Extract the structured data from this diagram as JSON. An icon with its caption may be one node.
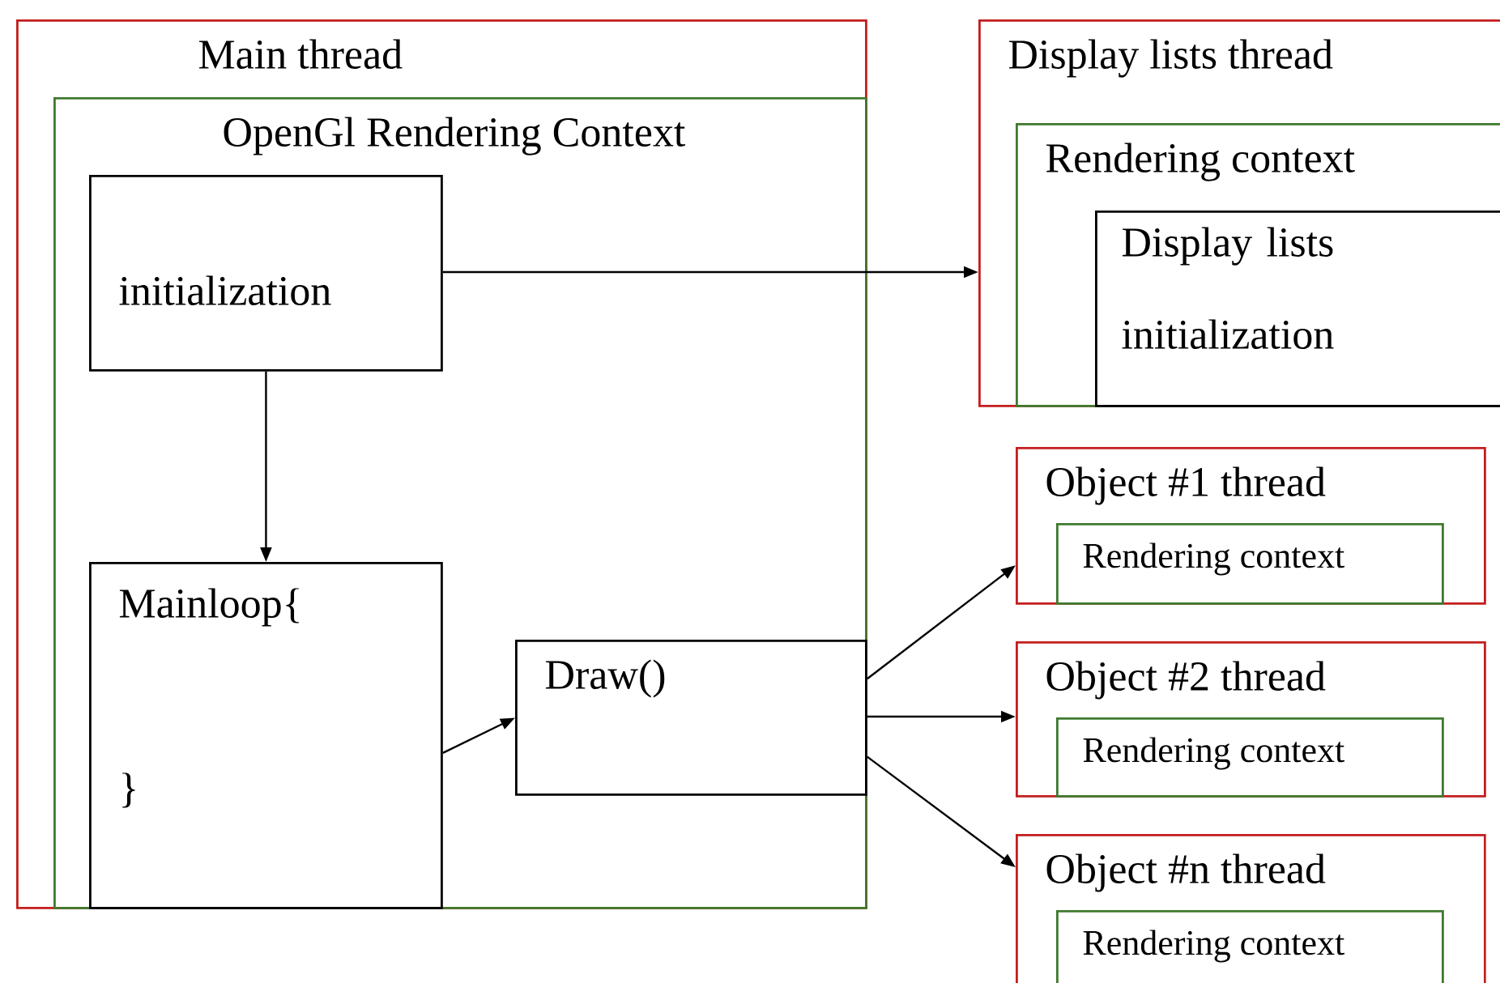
{
  "diagram": {
    "nodes": [
      {
        "text": [
          "Main thread"
        ]
      },
      {
        "text": [
          "OpenGl    Rendering    Context"
        ],
        "in": 0
      },
      {
        "text": [
          "initialization"
        ],
        "in": 1
      },
      {
        "text": [
          "Mainloop{",
          "}"
        ],
        "in": 1
      },
      {
        "text": [
          "Draw()"
        ],
        "in": 1
      },
      {
        "text": [
          "Display lists thread"
        ]
      },
      {
        "text": [
          "Rendering context"
        ],
        "in": 5
      },
      {
        "text": [
          "Display lists initialization"
        ],
        "in": 6
      },
      {
        "text": [
          "Object #1 thread"
        ]
      },
      {
        "text": [
          "Rendering context"
        ],
        "in": 8
      },
      {
        "text": [
          "Object #2 thread"
        ]
      },
      {
        "text": [
          "Rendering context"
        ],
        "in": 10
      },
      {
        "text": [
          "Object #n thread"
        ]
      },
      {
        "text": [
          "Rendering context"
        ],
        "in": 12
      }
    ],
    "edges": [
      {
        "from": 2,
        "to": 5,
        "arrow": "to"
      },
      {
        "from": 2,
        "to": 3,
        "arrow": "to"
      },
      {
        "from": 3,
        "to": 4,
        "arrow": "to"
      },
      {
        "from": 4,
        "to": 8,
        "arrow": "to"
      },
      {
        "from": 4,
        "to": 10,
        "arrow": "to"
      },
      {
        "from": 4,
        "to": 12,
        "arrow": "to"
      }
    ]
  }
}
